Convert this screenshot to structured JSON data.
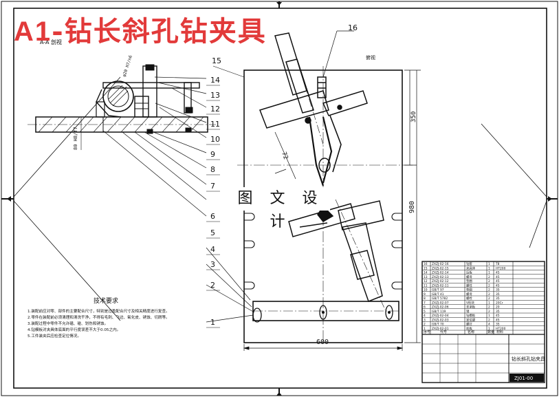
{
  "banner": {
    "code": "A1",
    "title": "-钻长斜孔钻夹具"
  },
  "watermark": "图 文 设 计",
  "section_view_label": "A-A 剖视",
  "view_label": "俯视",
  "tech_requirements": {
    "heading": "技术要求",
    "items": [
      "1.装配前应对零、部件的主要配合尺寸，特别是过盈配合尺寸及相关精度进行复查。",
      "2.零件在装配前必须清理和清洗干净，不得有毛刺、飞边、氧化皮、锈蚀、切屑等。",
      "3.装配过程中零件不允许磕、碰、划伤和锈蚀。",
      "4.钻模板对夹具体底面的平行度误差不大于0.05之内。",
      "5.工件装夹后应检查定位情况。"
    ]
  },
  "part_balloons": [
    "1",
    "2",
    "3",
    "4",
    "5",
    "6",
    "7",
    "8",
    "9",
    "10",
    "11",
    "12",
    "13",
    "14",
    "15",
    "16"
  ],
  "dimensions": {
    "width": "600",
    "height": "980",
    "upper": "350",
    "angle": "72",
    "left": "80 H8/f7",
    "dia": "φ20 H7/n6"
  },
  "title_block": {
    "drawing_title": "钻长斜孔钻夹具",
    "drawing_code": "ZJ01-00",
    "bom_rows": [
      [
        "16",
        "ZXZJ-02-16",
        "钻套",
        "1",
        "T8"
      ],
      [
        "15",
        "ZXZJ-02-15",
        "夹具体",
        "1",
        "HT200"
      ],
      [
        "14",
        "ZXZJ-02-14",
        "压板",
        "1",
        "45"
      ],
      [
        "13",
        "ZXZJ-02-13",
        "螺母",
        "2",
        "45"
      ],
      [
        "12",
        "ZXZJ-02-12",
        "垫圈",
        "2",
        "45"
      ],
      [
        "11",
        "ZXZJ-02-11",
        "螺柱",
        "2",
        "45"
      ],
      [
        "10",
        "GB/T 97",
        "垫圈",
        "2",
        "35"
      ],
      [
        "9",
        "GB/T 41",
        "螺母",
        "2",
        "35"
      ],
      [
        "8",
        "GB/T 5782",
        "螺栓",
        "2",
        "35"
      ],
      [
        "7",
        "ZXZJ-02-07",
        "V形块",
        "1",
        "20Cr"
      ],
      [
        "6",
        "ZXZJ-02-06",
        "支承板",
        "2",
        "20"
      ],
      [
        "5",
        "GB/T 119",
        "销",
        "2",
        "35"
      ],
      [
        "4",
        "ZXZJ-02-04",
        "钻模板",
        "1",
        "45"
      ],
      [
        "3",
        "ZXZJ-02-03",
        "定位键",
        "2",
        "45"
      ],
      [
        "2",
        "GB/T 70",
        "螺钉",
        "4",
        "35"
      ],
      [
        "1",
        "ZXZJ-02-01",
        "底板",
        "1",
        "HT200"
      ]
    ],
    "bom_header": [
      "序号",
      "代号",
      "名称",
      "数量",
      "材料"
    ]
  }
}
